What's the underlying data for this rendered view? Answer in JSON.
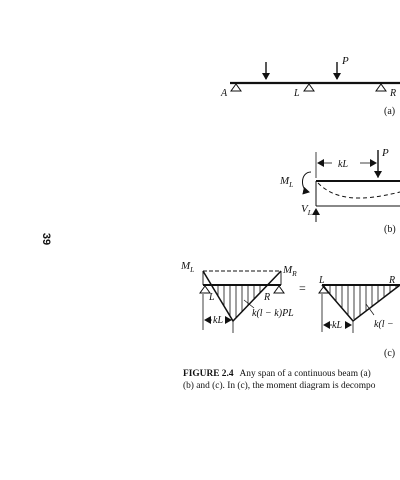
{
  "page": {
    "number": "39"
  },
  "figure": {
    "panel_a": {
      "load_label": "P",
      "support_labels": [
        "A",
        "L",
        "R"
      ],
      "tag": "(a)"
    },
    "panel_b": {
      "load_label": "P",
      "span_label": "kL",
      "moment_label": "M",
      "moment_sub": "L",
      "shear_label": "V",
      "shear_sub": "L",
      "tag": "(b)"
    },
    "panel_c": {
      "left_moment_label": "M",
      "left_moment_sub": "L",
      "right_moment_label": "M",
      "right_moment_sub": "R",
      "support_labels_left": [
        "L",
        "R"
      ],
      "support_labels_right": [
        "L",
        "R"
      ],
      "equals_sign": "=",
      "span_label_left": "kL",
      "span_label_right": "kL",
      "moment_expr_left": "k(l − k)PL",
      "moment_expr_right": "k(l −",
      "tag": "(c)"
    }
  },
  "caption": {
    "label": "FIGURE 2.4",
    "line1": "Any span of a continuous beam (a)",
    "line2": "(b) and (c). In (c), the moment diagram is decompo"
  }
}
